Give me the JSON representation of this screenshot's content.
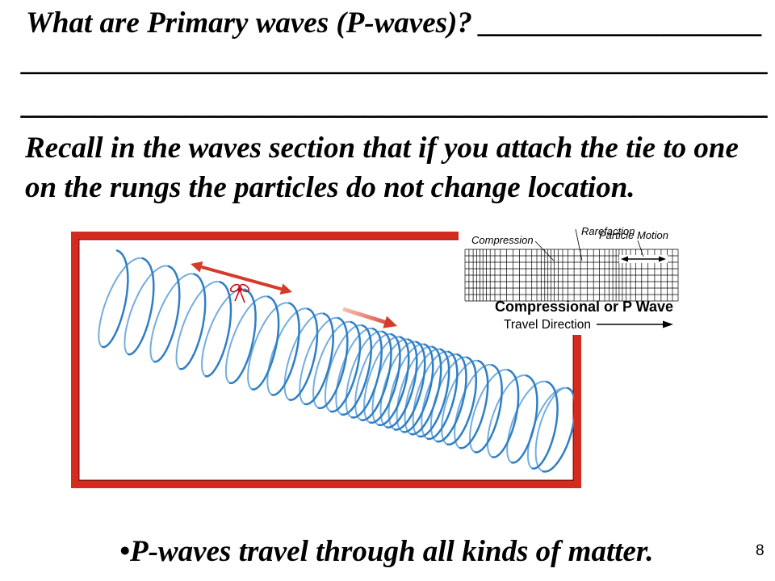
{
  "slide": {
    "question_line": "What are Primary waves (P-waves)? ___________________",
    "answer_blank_lines": [
      "__________________________________________________",
      "__________________________________________________"
    ],
    "recall_lines": [
      "Recall in the waves section that if you attach the tie to one",
      "on the rungs the particles do not change location."
    ],
    "bullet_glyph": "•",
    "bullet_text": "P-waves travel through all kinds of matter.",
    "page_number": "8"
  },
  "slinky_figure": {
    "frame_color": "#d52b1e",
    "coil_color": "#2f7fc4",
    "coil_back_color": "#74addf",
    "arrow_color": "#d63a2a",
    "tie_color": "#c1121c"
  },
  "p_wave_diagram": {
    "rarefaction_label": "Rarefaction",
    "compression_label": "Compression",
    "particle_motion_label": "Particle Motion",
    "title": "Compressional or P Wave",
    "travel_direction_label": "Travel Direction"
  }
}
